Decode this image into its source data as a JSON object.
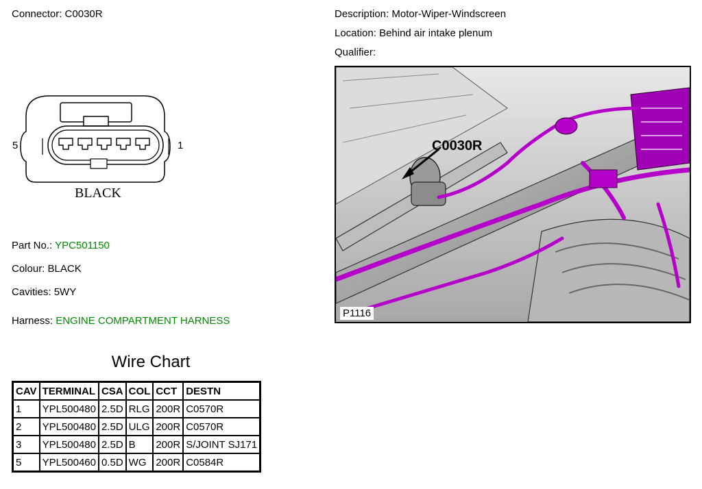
{
  "connector": {
    "label": "Connector:",
    "value": "C0030R"
  },
  "description": {
    "label": "Description:",
    "value": "Motor-Wiper-Windscreen"
  },
  "location": {
    "label": "Location:",
    "value": "Behind air intake plenum"
  },
  "qualifier": {
    "label": "Qualifier:",
    "value": ""
  },
  "diagram": {
    "pin_left": "5",
    "pin_right": "1",
    "housing_colour": "BLACK"
  },
  "part_no": {
    "label": "Part No.:",
    "value": "YPC501150"
  },
  "colour": {
    "label": "Colour:",
    "value": "BLACK"
  },
  "cavities": {
    "label": "Cavities:",
    "value": "5WY"
  },
  "harness": {
    "label": "Harness:",
    "value": "ENGINE COMPARTMENT HARNESS"
  },
  "photo": {
    "callout": "C0030R",
    "ref": "P1116"
  },
  "wire_chart": {
    "title": "Wire Chart",
    "headers": [
      "CAV",
      "TERMINAL",
      "CSA",
      "COL",
      "CCT",
      "DESTN"
    ],
    "rows": [
      [
        "1",
        "YPL500480",
        "2.5D",
        "RLG",
        "200R",
        "C0570R"
      ],
      [
        "2",
        "YPL500480",
        "2.5D",
        "ULG",
        "200R",
        "C0570R"
      ],
      [
        "3",
        "YPL500480",
        "2.5D",
        "B",
        "200R",
        "S/JOINT SJ171"
      ],
      [
        "5",
        "YPL500460",
        "0.5D",
        "WG",
        "200R",
        "C0584R"
      ]
    ]
  },
  "colors": {
    "link_green": "#008a00",
    "harness_magenta": "#b400c8"
  }
}
